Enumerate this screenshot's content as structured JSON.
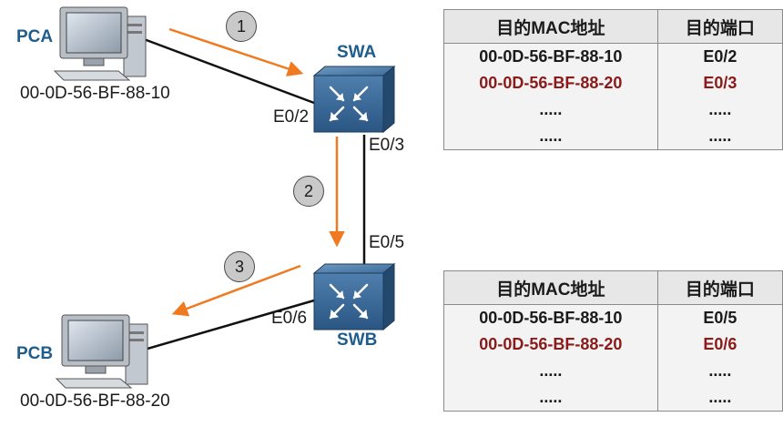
{
  "hosts": {
    "pca": {
      "name": "PCA",
      "mac": "00-0D-56-BF-88-10"
    },
    "pcb": {
      "name": "PCB",
      "mac": "00-0D-56-BF-88-20"
    }
  },
  "switches": {
    "swa": {
      "name": "SWA",
      "port_to_pca": "E0/2",
      "port_to_swb": "E0/3"
    },
    "swb": {
      "name": "SWB",
      "port_to_swa": "E0/5",
      "port_to_pcb": "E0/6"
    }
  },
  "steps": [
    "1",
    "2",
    "3"
  ],
  "tables": {
    "headers": [
      "目的MAC地址",
      "目的端口"
    ],
    "swa": {
      "rows": [
        {
          "mac": "00-0D-56-BF-88-10",
          "port": "E0/2",
          "highlight": false
        },
        {
          "mac": "00-0D-56-BF-88-20",
          "port": "E0/3",
          "highlight": true
        },
        {
          "mac": ".....",
          "port": ".....",
          "highlight": false
        },
        {
          "mac": ".....",
          "port": ".....",
          "highlight": false
        }
      ]
    },
    "swb": {
      "rows": [
        {
          "mac": "00-0D-56-BF-88-10",
          "port": "E0/5",
          "highlight": false
        },
        {
          "mac": "00-0D-56-BF-88-20",
          "port": "E0/6",
          "highlight": true
        },
        {
          "mac": ".....",
          "port": ".....",
          "highlight": false
        },
        {
          "mac": ".....",
          "port": ".....",
          "highlight": false
        }
      ]
    }
  },
  "colors": {
    "arrow": "#f07a22",
    "link": "#111111",
    "label_blue": "#1f5d8c",
    "highlight_row": "#8b1a1a",
    "switch_body": "#2a5a86"
  },
  "icons": [
    "computer-icon",
    "switch-icon"
  ]
}
